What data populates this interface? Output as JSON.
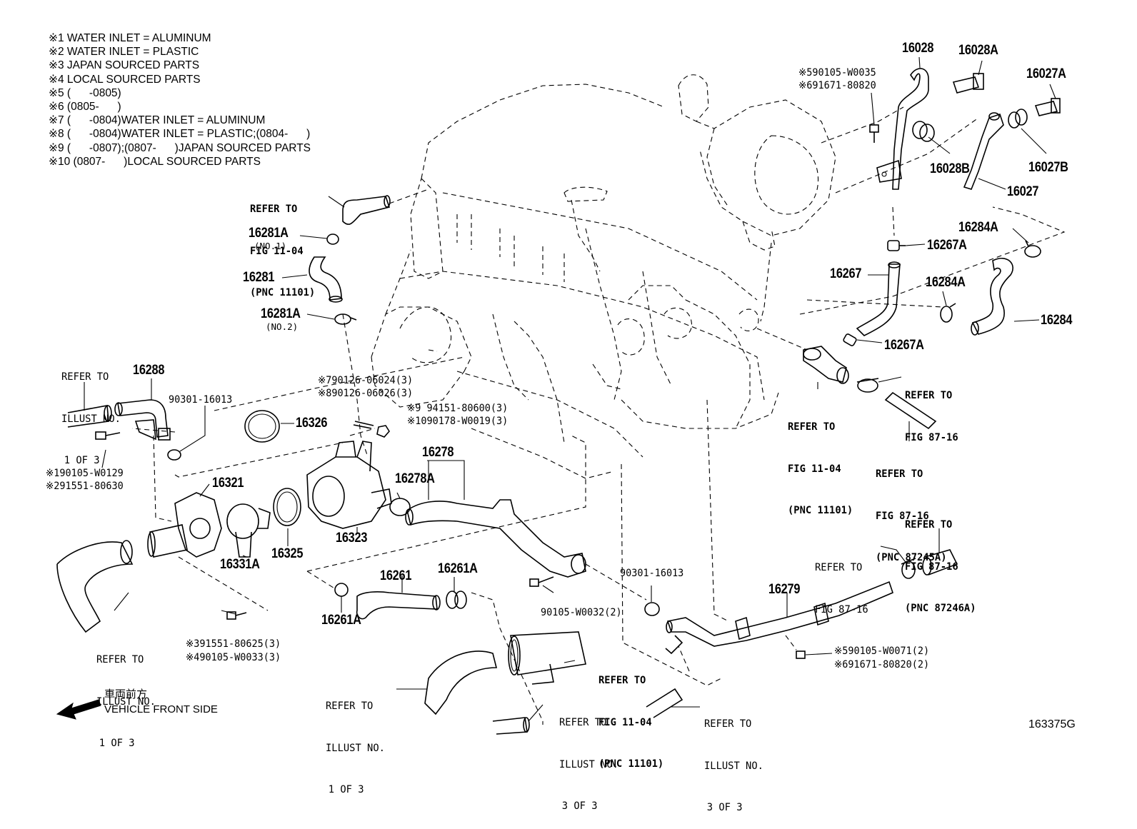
{
  "notes": [
    "※1 WATER INLET = ALUMINUM",
    "※2 WATER INLET = PLASTIC",
    "※3 JAPAN SOURCED PARTS",
    "※4 LOCAL SOURCED PARTS",
    "※5 (      -0805)",
    "※6 (0805-      )",
    "※7 (      -0804)WATER INLET = ALUMINUM",
    "※8 (      -0804)WATER INLET = PLASTIC;(0804-      )",
    "※9 (      -0807);(0807-      )JAPAN SOURCED PARTS",
    "※10 (0807-      )LOCAL SOURCED PARTS"
  ],
  "part_labels": {
    "p16028": "16028",
    "p16028A": "16028A",
    "p16027A": "16027A",
    "p16028B": "16028B",
    "p16027B": "16027B",
    "p16027": "16027",
    "p16284A_top": "16284A",
    "p16267A_top": "16267A",
    "p16267": "16267",
    "p16284A_mid": "16284A",
    "p16284": "16284",
    "p16267A_bot": "16267A",
    "p16281A_top": "16281A",
    "p16281": "16281",
    "p16281A_bot": "16281A",
    "p16288": "16288",
    "p16326": "16326",
    "p16321": "16321",
    "p16278": "16278",
    "p16278A": "16278A",
    "p16323": "16323",
    "p16331A": "16331A",
    "p16325": "16325",
    "p16261": "16261",
    "p16261A_top": "16261A",
    "p16261A_bot": "16261A",
    "p16279": "16279"
  },
  "sub_labels": {
    "no1": "(NO.1)",
    "no2": "(NO.2)"
  },
  "part_numbers": {
    "bolt_turbo": [
      "※590105-W0035",
      "※691671-80820"
    ],
    "bolt_left": [
      "※190105-W0129",
      "※291551-80630"
    ],
    "bolt_bottom": [
      "※391551-80625(3)",
      "※490105-W0033(3)"
    ],
    "stud": [
      "※790126-06024(3)",
      "※890126-06026(3)"
    ],
    "nut": [
      "※9  94151-80600(3)",
      "※1090178-W0019(3)"
    ],
    "oring_left": "90301-16013",
    "oring_right": "90301-16013",
    "bolt_pipe": "90105-W0032(2)",
    "bolt_right": [
      "※590105-W0071(2)",
      "※691671-80820(2)"
    ]
  },
  "references": {
    "fig1104_top": [
      "REFER TO",
      "FIG 11-04",
      "(PNC 11101)"
    ],
    "illust1_left": [
      "REFER TO",
      "ILLUST NO.",
      "1 OF 3"
    ],
    "illust1_mid": [
      "REFER TO",
      "ILLUST NO.",
      "1 OF 3"
    ],
    "illust1_bot": [
      "REFER TO",
      "ILLUST NO.",
      "1 OF 3"
    ],
    "fig8716_a": [
      "REFER TO",
      "FIG 87-16"
    ],
    "fig1104_right": [
      "REFER TO",
      "FIG 11-04",
      "(PNC 11101)"
    ],
    "fig8716_b": [
      "REFER TO",
      "FIG 87-16",
      "(PNC 87245A)"
    ],
    "fig8716_c": [
      "REFER TO",
      "FIG 87-16",
      "(PNC 87246A)"
    ],
    "fig8716_d": [
      "REFER TO",
      "FIG 87-16"
    ],
    "fig1104_bot": [
      "REFER TO",
      "FIG 11-04",
      "(PNC 11101)"
    ],
    "illust3_a": [
      "REFER TO",
      "ILLUST NO.",
      "3 OF 3"
    ],
    "illust3_b": [
      "REFER TO",
      "ILLUST NO.",
      "3 OF 3"
    ]
  },
  "front_marker": {
    "japanese": "車両前方",
    "english": "VEHICLE FRONT SIDE"
  },
  "figure_id": "163375G"
}
